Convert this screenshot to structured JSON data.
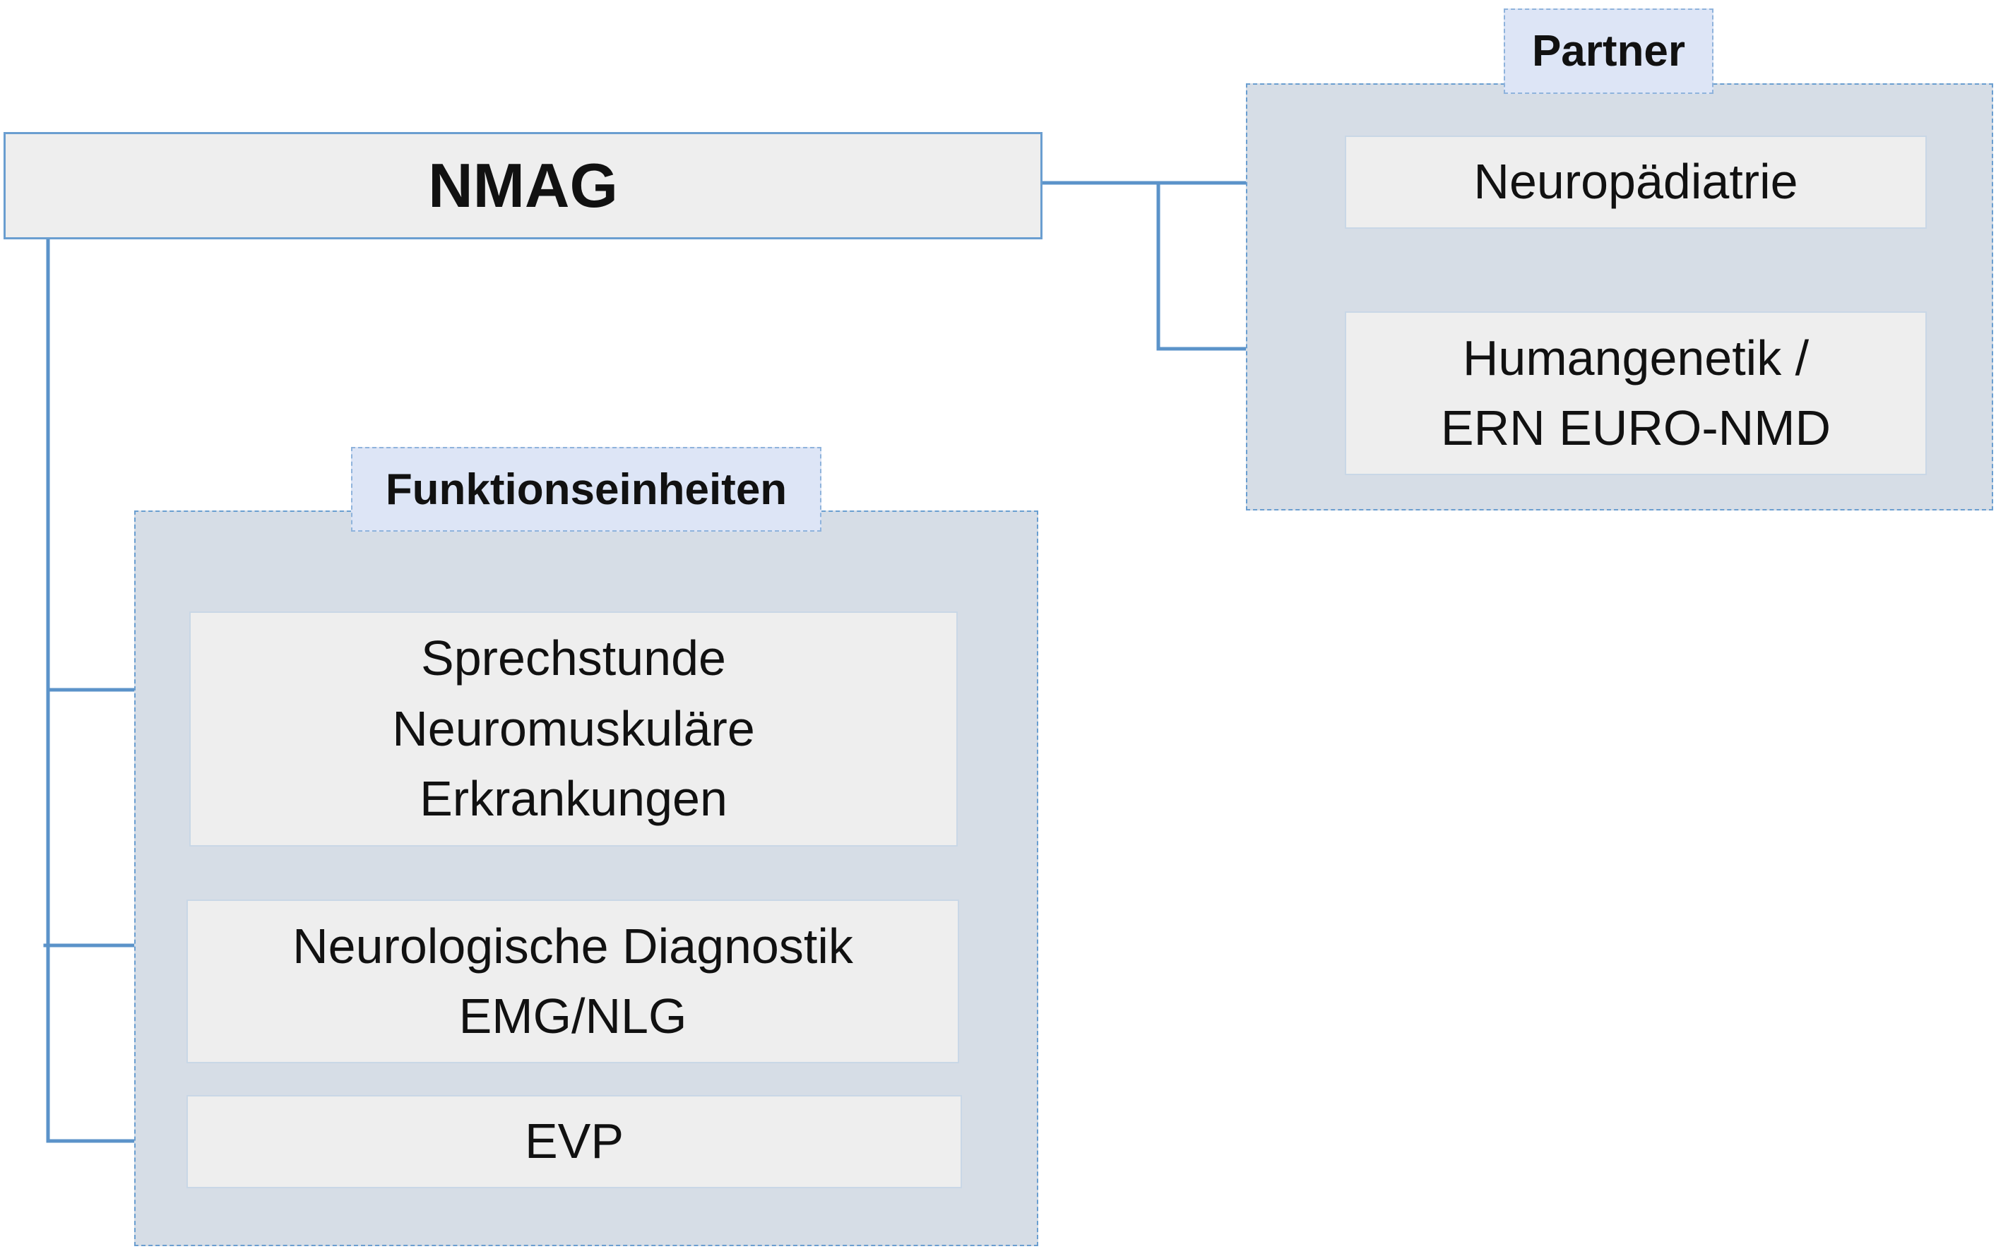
{
  "root": {
    "label": "NMAG"
  },
  "partner_group": {
    "title": "Partner",
    "items": [
      {
        "label": "Neuropädiatrie"
      },
      {
        "label": "Humangenetik /\nERN EURO-NMD"
      }
    ]
  },
  "function_group": {
    "title": "Funktionseinheiten",
    "items": [
      {
        "label": "Sprechstunde\nNeuromuskuläre\nErkrankungen"
      },
      {
        "label": "Neurologische Diagnostik\nEMG/NLG"
      },
      {
        "label": "EVP"
      }
    ]
  },
  "colors": {
    "connector": "#5b93c9",
    "group_fill": "#d6dde6",
    "box_fill": "#eeeeee",
    "title_fill": "#dde5f6",
    "border": "#6a9ed0"
  }
}
